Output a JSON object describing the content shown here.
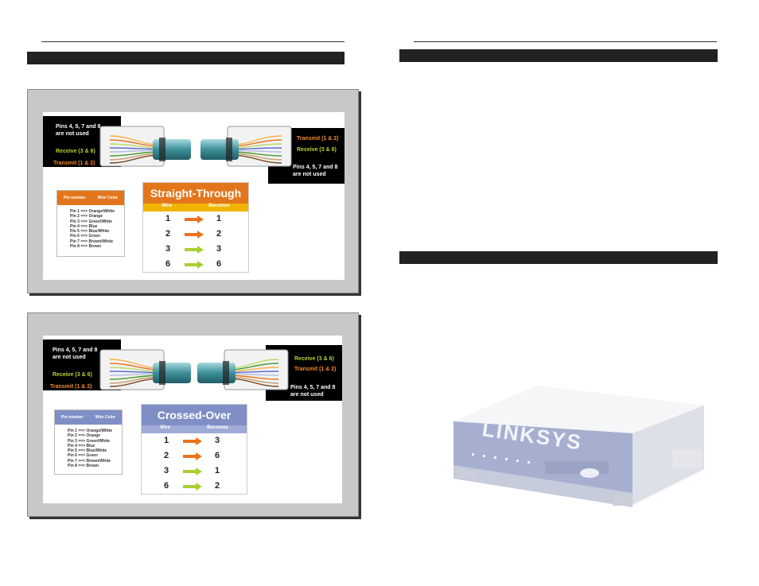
{
  "straight_through": {
    "top_callout": [
      "Pins 4, 5, 7 and 8",
      "are not used"
    ],
    "receive": "Receive (3 & 6)",
    "transmit": "Transmit (1 & 2)",
    "right_transmit": "Transmit (1 & 2)",
    "right_receive": "Receive (3 & 6)",
    "bottom_callout": [
      "Pins 4, 5, 7 and 8",
      "are not used"
    ],
    "legend_header": [
      "Pin number",
      "Wire Color"
    ],
    "legend_items": [
      "Pin 1 ==> Orange/White",
      "Pin 2 ==> Orange",
      "Pin 3 ==> Green/White",
      "Pin 4 ==> Blue",
      "Pin 5 ==> Blue/White",
      "Pin 6 ==> Green",
      "Pin 7 ==> Brown/White",
      "Pin 8 ==> Brown"
    ],
    "table_title": "Straight-Through",
    "table_headers": [
      "Wire",
      "Becomes"
    ],
    "rows": [
      [
        "1",
        "1"
      ],
      [
        "2",
        "2"
      ],
      [
        "3",
        "3"
      ],
      [
        "6",
        "6"
      ]
    ]
  },
  "crossed_over": {
    "top_callout": [
      "Pins 4, 5, 7 and 8",
      "are not used"
    ],
    "receive": "Receive (3 & 6)",
    "transmit": "Transmit (1 & 2)",
    "right_receive": "Receive (3 & 6)",
    "right_transmit": "Transmit (1 & 2)",
    "bottom_callout": [
      "Pins 4, 5, 7 and 8",
      "are not used"
    ],
    "legend_header": [
      "Pin number",
      "Wire Color"
    ],
    "legend_items": [
      "Pin 1 ==> Orange/White",
      "Pin 2 ==> Orange",
      "Pin 3 ==> Green/White",
      "Pin 4 ==> Blue",
      "Pin 5 ==> Blue/White",
      "Pin 6 ==> Green",
      "Pin 7 ==> Brown/White",
      "Pin 8 ==> Brown"
    ],
    "table_title": "Crossed-Over",
    "table_headers": [
      "Wire",
      "Becomes"
    ],
    "rows": [
      [
        "1",
        "3"
      ],
      [
        "2",
        "6"
      ],
      [
        "3",
        "1"
      ],
      [
        "6",
        "2"
      ]
    ]
  },
  "router": {
    "brand": "LINKSYS"
  },
  "colors": {
    "orange": "#e8731e",
    "green": "#a8cf32",
    "linksys_blue": "#4a5a9a",
    "crossed_header": "#7f8fc6",
    "straight_header": "#e3761c"
  }
}
